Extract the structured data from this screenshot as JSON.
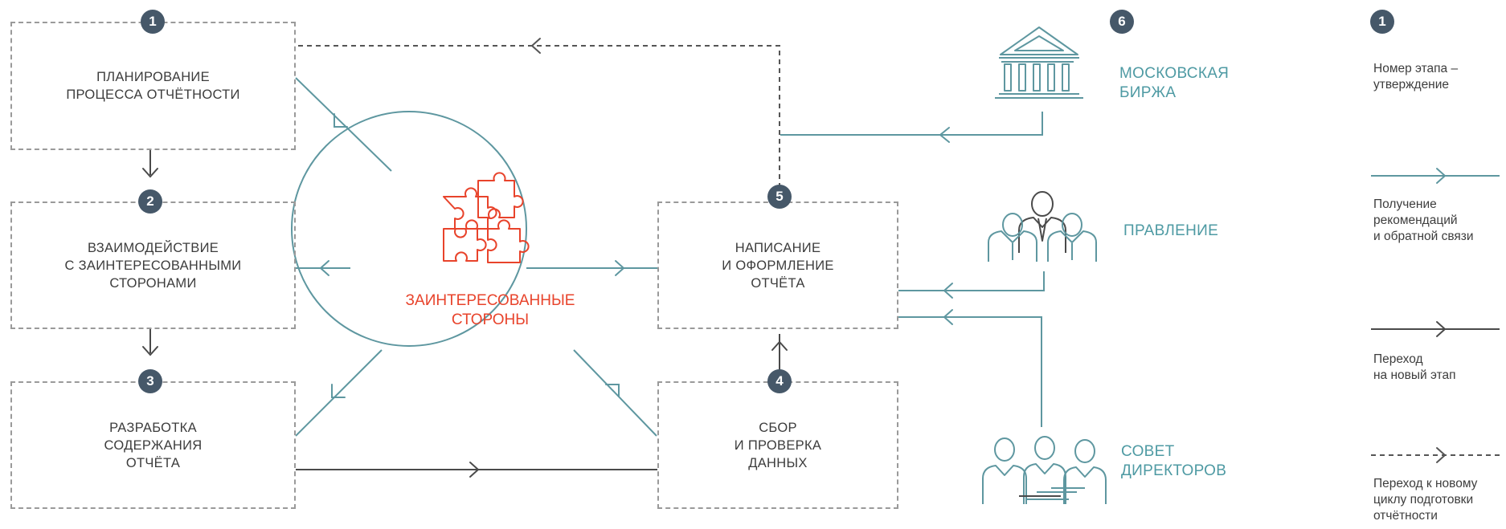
{
  "stages": [
    {
      "number": "1",
      "label": "ПЛАНИРОВАНИЕ\nПРОЦЕССА ОТЧЁТНОСТИ"
    },
    {
      "number": "2",
      "label": "ВЗАИМОДЕЙСТВИЕ\nС ЗАИНТЕРЕСОВАННЫМИ\nСТОРОНАМИ"
    },
    {
      "number": "3",
      "label": "РАЗРАБОТКА\nСОДЕРЖАНИЯ\nОТЧЁТА"
    },
    {
      "number": "4",
      "label": "СБОР\nИ ПРОВЕРКА\nДАННЫХ"
    },
    {
      "number": "5",
      "label": "НАПИСАНИЕ\nИ ОФОРМЛЕНИЕ\nОТЧЁТА"
    }
  ],
  "center": {
    "label": "ЗАИНТЕРЕСОВАННЫЕ\nСТОРОНЫ",
    "icon": "puzzle-icon"
  },
  "external": {
    "number": "6",
    "items": [
      {
        "label": "МОСКОВСКАЯ\nБИРЖА",
        "icon": "exchange-building-icon"
      },
      {
        "label": "ПРАВЛЕНИЕ",
        "icon": "management-board-icon"
      },
      {
        "label": "СОВЕТ\nДИРЕКТОРОВ",
        "icon": "board-of-directors-icon"
      }
    ]
  },
  "legend": {
    "number": "1",
    "items": [
      {
        "text": "Номер этапа –\nутверждение"
      },
      {
        "text": "Получение\nрекомендаций\nи обратной связи"
      },
      {
        "text": "Переход\nна новый этап"
      },
      {
        "text": "Переход к новому\nциклу подготовки\nотчётности"
      }
    ]
  },
  "colors": {
    "feedback": "#5e97a0",
    "transition": "#4a4a4a",
    "accent": "#e8432b",
    "teal_text": "#4e9aa3",
    "badge": "#465869"
  }
}
